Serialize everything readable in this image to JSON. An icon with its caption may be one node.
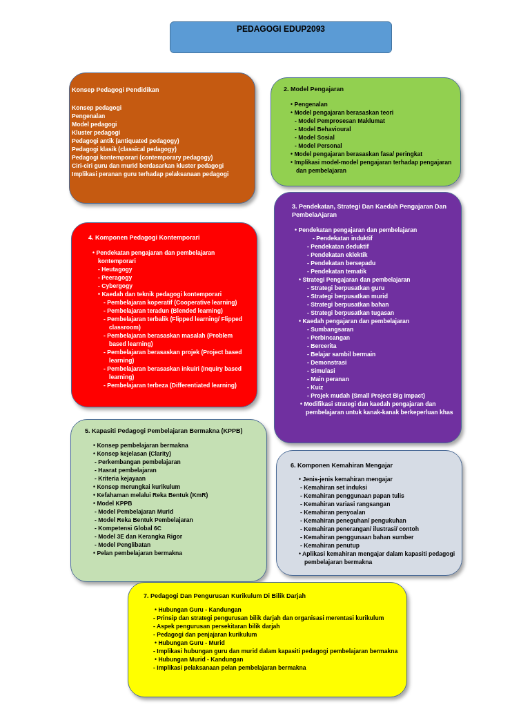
{
  "diagram": {
    "title": "PEDAGOGI EDUP2093",
    "nodes": [
      {
        "text": [
          "Konsep Pedagogi Pendidikan",
          "Konsep pedagogi",
          "Pengenalan",
          "Model pedagogi",
          "Kluster pedagogi",
          "Pedagogi antik (antiquated pedagogy)",
          "Pedagogi klasik (classical pedagogy)",
          "Pedagogi kontemporari (contemporary pedagogy)",
          "Ciri-ciri guru dan murid berdasarkan kluster pedagogi",
          "Implikasi peranan guru terhadap pelaksanaan pedagogi"
        ]
      },
      {
        "text": [
          "2. Model Pengajaran",
          "• Pengenalan",
          "• Model pengajaran berasaskan teori",
          "- Model Pemprosesan Maklumat",
          "- Model Behavioural",
          "- Model Sosial",
          "- Model Personal",
          "• Model pengajaran berasaskan fasa/ peringkat",
          "• Implikasi model-model pengajaran terhadap pengajaran dan pembelajaran"
        ]
      },
      {
        "text": [
          "3. Pendekatan, Strategi Dan Kaedah Pengajaran Dan PembelaAjaran",
          "• Pendekatan pengajaran dan pembelajaran",
          "- Pendekatan induktif",
          "- Pendekatan deduktif",
          "- Pendekatan eklektik",
          "- Pendekatan bersepadu",
          "- Pendekatan tematik",
          "• Strategi Pengajaran dan pembelajaran",
          "- Strategi berpusatkan guru",
          "- Strategi berpusatkan murid",
          "- Strategi berpusatkan bahan",
          "- Strategi berpusatkan tugasan",
          "• Kaedah pengajaran dan pembelajaran",
          "- Sumbangsaran",
          "- Perbincangan",
          "- Bercerita",
          "- Belajar sambil bermain",
          "- Demonstrasi",
          "- Simulasi",
          "- Main peranan",
          "- Kuiz",
          "- Projek mudah (Small Project Big Impact)",
          "• Modifikasi strategi dan kaedah pengajaran dan pembelajaran untuk kanak-kanak berkeperluan khas"
        ]
      },
      {
        "text": [
          "4. Komponen Pedagogi Kontemporari",
          "• Pendekatan pengajaran dan pembelajaran kontemporari",
          "- Heutagogy",
          "- Peeragogy",
          "- Cybergogy",
          "• Kaedah dan teknik pedagogi kontemporari",
          "- Pembelajaran koperatif (Cooperative learning)",
          "- Pembelajaran teradun (Blended learning)",
          "- Pembelajaran terbalik (Flipped learning/ Flipped classroom)",
          "- Pembelajaran berasaskan masalah (Problem based learning)",
          "- Pembelajaran berasaskan projek (Project based learning)",
          "- Pembelajaran berasaskan inkuiri (Inquiry based learning)",
          "- Pembelajaran terbeza (Differentiated learning)"
        ]
      },
      {
        "text": [
          "5. Kapasiti Pedagogi Pembelajaran Bermakna (KPPB)",
          "• Konsep pembelajaran bermakna",
          "• Konsep kejelasan (Clarity)",
          "- Perkembangan pembelajaran",
          "- Hasrat pembelajaran",
          "- Kriteria kejayaan",
          "• Konsep merungkai kurikulum",
          "• Kefahaman melalui Reka Bentuk (KmR)",
          "• Model KPPB",
          "- Model Pembelajaran Murid",
          "- Model Reka Bentuk Pembelajaran",
          "- Kompetensi Global 6C",
          "- Model 3E dan Kerangka Rigor",
          "- Model Penglibatan",
          "• Pelan pembelajaran bermakna"
        ]
      },
      {
        "text": [
          "6. Komponen Kemahiran Mengajar",
          "• Jenis-jenis kemahiran mengajar",
          "- Kemahiran set induksi",
          "- Kemahiran penggunaan papan tulis",
          "- Kemahiran variasi rangsangan",
          "- Kemahiran penyoalan",
          "- Kemahiran peneguhan/ pengukuhan",
          "- Kemahiran penerangan/ ilustrasi/ contoh",
          "- Kemahiran penggunaan bahan sumber",
          "- Kemahiran penutup",
          "• Aplikasi kemahiran mengajar dalam kapasiti pedagogi pembelajaran bermakna"
        ]
      },
      {
        "text": [
          "7. Pedagogi Dan Pengurusan Kurikulum Di Bilik Darjah",
          "• Hubungan Guru - Kandungan",
          "- Prinsip dan strategi pengurusan bilik darjah dan organisasi merentasi kurikulum",
          "- Aspek pengurusan persekitaran bilik darjah",
          "- Pedagogi dan penjajaran kurikulum",
          "• Hubungan Guru - Murid",
          "- Implikasi hubungan guru dan murid dalam kapasiti pedagogi pembelajaran bermakna",
          "• Hubungan Murid - Kandungan",
          "- Implikasi pelaksanaan pelan pembelajaran bermakna"
        ]
      }
    ]
  }
}
